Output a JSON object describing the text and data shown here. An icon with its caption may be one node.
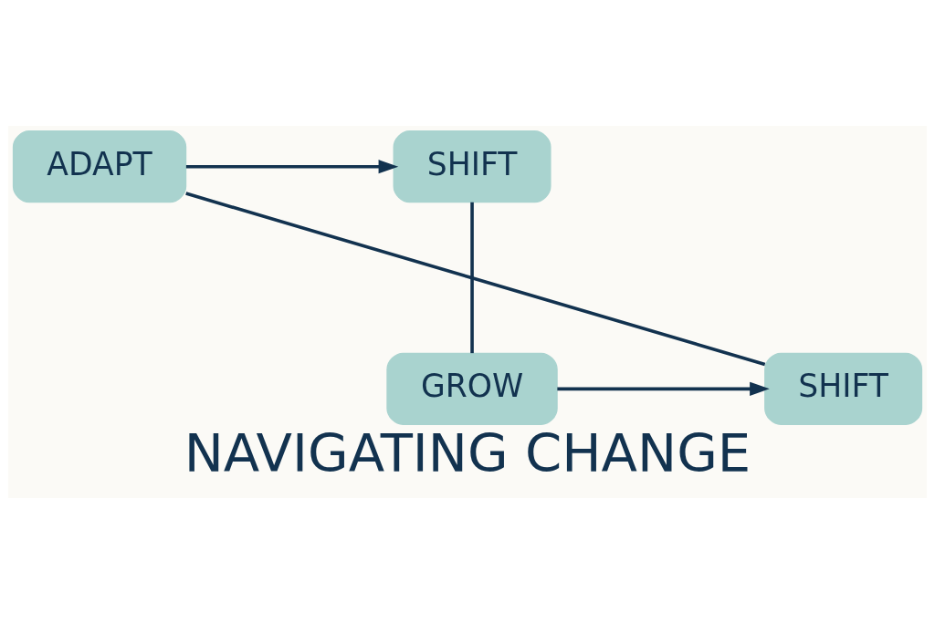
{
  "diagram": {
    "title": "NAVIGATING CHANGE",
    "nodes": [
      {
        "text": [
          "SHIFT"
        ]
      },
      {
        "text": [
          "ADAPT"
        ]
      },
      {
        "text": [
          "GROW"
        ]
      },
      {
        "text": [
          "SHIFT"
        ]
      }
    ],
    "edges": [
      {
        "from": 1,
        "to": 0,
        "arrow": "to"
      },
      {
        "from": 0,
        "to": 2,
        "arrow": "none"
      },
      {
        "from": 2,
        "to": 3,
        "arrow": "to"
      },
      {
        "from": 3,
        "to": 1,
        "arrow": "none"
      }
    ]
  }
}
